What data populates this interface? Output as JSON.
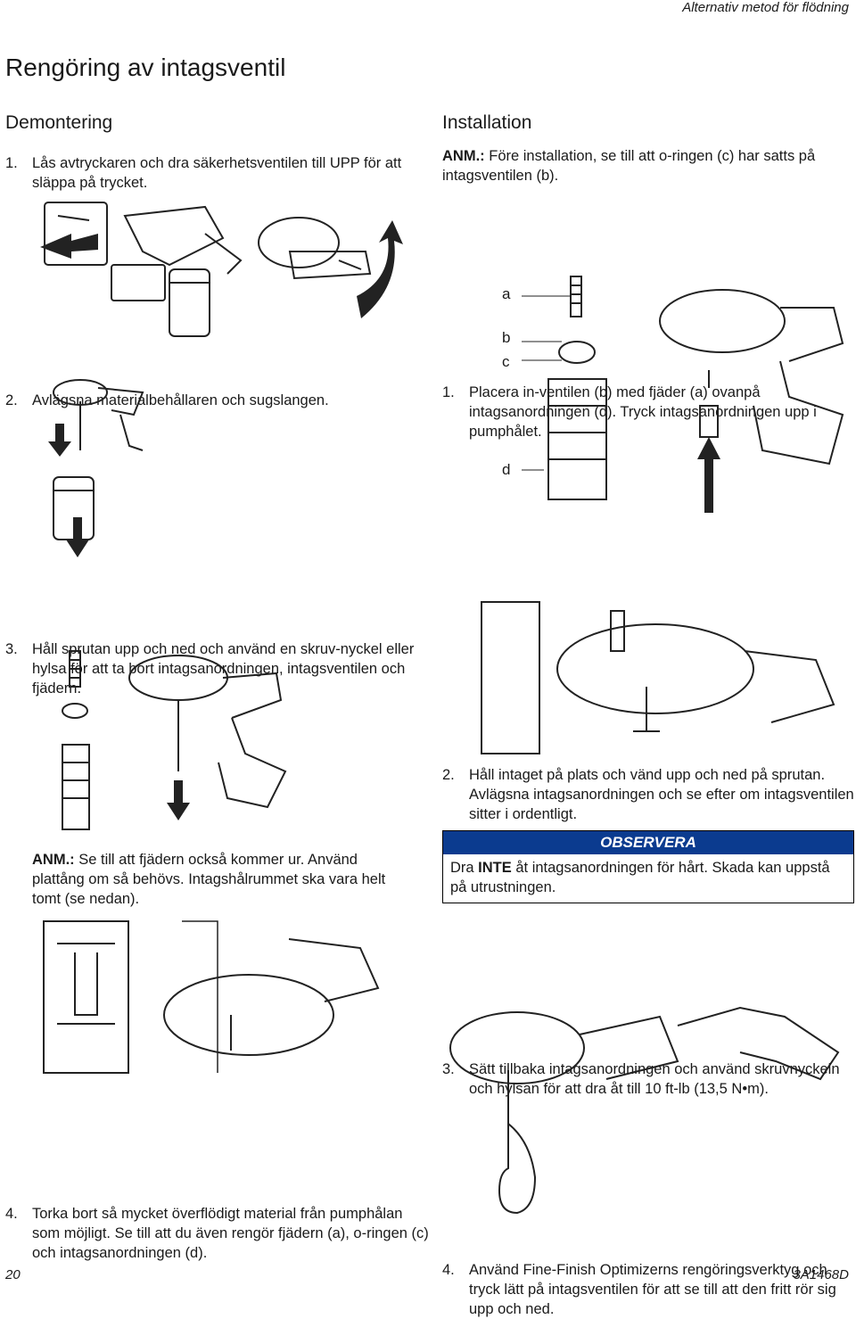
{
  "header": {
    "section": "Alternativ metod för flödning"
  },
  "page_title": "Rengöring av intagsventil",
  "demontering": {
    "heading": "Demontering",
    "steps": [
      {
        "num": "1.",
        "text": "Lås avtryckaren och dra säkerhetsventilen till UPP för att släppa på trycket."
      },
      {
        "num": "2.",
        "text": "Avlägsna materialbehållaren och sugslangen."
      },
      {
        "num": "3.",
        "text": "Håll sprutan upp och ned och använd en skruv-nyckel eller hylsa för att ta bort intagsanordningen, intagsventilen och fjädern."
      },
      {
        "num": "4.",
        "text": "Torka bort så mycket överflödigt material från pumphålan som möjligt. Se till att du även rengör fjädern (a), o-ringen (c) och intagsanordningen (d)."
      }
    ],
    "note_label": "ANM.:",
    "note_text": " Se till att fjädern också kommer ur. Använd plattång om så behövs. Intagshålrummet ska vara helt tomt (se nedan)."
  },
  "installation": {
    "heading": "Installation",
    "note_label": "ANM.:",
    "note_text": " Före installation, se till att o-ringen (c) har satts på intagsventilen (b).",
    "steps": [
      {
        "num": "1.",
        "text": "Placera in-ventilen (b) med fjäder (a) ovanpå intagsanordningen (d). Tryck intagsanordningen upp i pumphålet."
      },
      {
        "num": "2.",
        "text": "Håll intaget på plats och vänd upp och ned på sprutan. Avlägsna intagsanordningen och se efter om intagsventilen sitter i ordentligt."
      },
      {
        "num": "3.",
        "text": "Sätt tillbaka intagsanordningen och använd skruvnyckeln och hylsan för att dra åt till 10 ft-lb (13,5 N•m)."
      },
      {
        "num": "4.",
        "text": "Använd Fine-Finish Optimizerns rengöringsverktyg och tryck lätt på intagsventilen för att se till att den fritt rör sig upp och ned."
      }
    ],
    "labels": {
      "a": "a",
      "b": "b",
      "c": "c",
      "d": "d"
    }
  },
  "notice": {
    "title": "OBSERVERA",
    "pre": "Dra ",
    "bold": "INTE",
    "post": " åt intagsanordningen för hårt. Skada kan uppstå på utrustningen."
  },
  "footer": {
    "page": "20",
    "doc_id": "3A1468D"
  }
}
